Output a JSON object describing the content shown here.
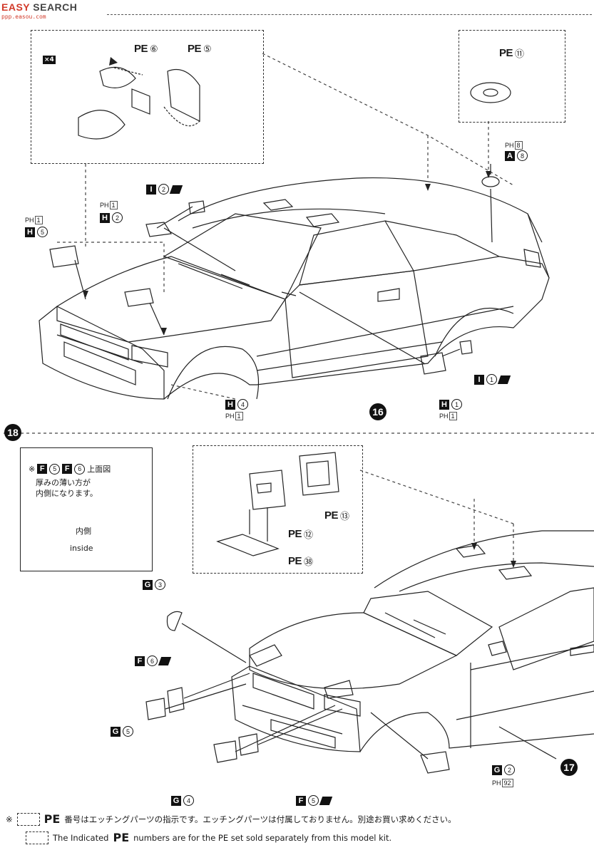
{
  "watermark": {
    "brand": "EASY",
    "brand_rest": "SEARCH",
    "sub": "ppp.easou.com"
  },
  "step17": {
    "number": "17",
    "x4": "×4",
    "pe_a": {
      "prefix": "PE",
      "num": "⑥"
    },
    "pe_b": {
      "prefix": "PE",
      "num": "⑤"
    },
    "pe_c": {
      "prefix": "PE",
      "num": "⑪"
    },
    "a8": {
      "letter": "A",
      "num": "8",
      "ph": "PH",
      "ph_num": "8"
    },
    "i2": {
      "letter": "I",
      "num": "2"
    },
    "h2": {
      "letter": "H",
      "num": "2",
      "ph": "PH",
      "ph_num": "1"
    },
    "h5": {
      "letter": "H",
      "num": "5",
      "ph": "PH",
      "ph_num": "1"
    },
    "h4": {
      "letter": "H",
      "num": "4",
      "ph": "PH",
      "ph_num": "1"
    },
    "i1": {
      "letter": "I",
      "num": "1"
    },
    "h1": {
      "letter": "H",
      "num": "1",
      "ph": "PH",
      "ph_num": "1"
    },
    "step_marker": "16"
  },
  "step18": {
    "number": "18",
    "note": {
      "line1_prefix": "※",
      "f5": {
        "letter": "F",
        "num": "5"
      },
      "f6": {
        "letter": "F",
        "num": "6"
      },
      "line1_suffix": "上面図",
      "line2": "厚みの薄い方が",
      "line3": "内側になります。",
      "inside_jp": "内側",
      "inside_en": "inside"
    },
    "pe_13": {
      "prefix": "PE",
      "num": "⑬"
    },
    "pe_12": {
      "prefix": "PE",
      "num": "⑫"
    },
    "pe_38": {
      "prefix": "PE",
      "num": "㊳"
    },
    "g3": {
      "letter": "G",
      "num": "3"
    },
    "f6": {
      "letter": "F",
      "num": "6"
    },
    "g5": {
      "letter": "G",
      "num": "5"
    },
    "g4": {
      "letter": "G",
      "num": "4"
    },
    "f5": {
      "letter": "F",
      "num": "5"
    },
    "g2": {
      "letter": "G",
      "num": "2",
      "ph": "PH",
      "ph_num": "92"
    },
    "step_marker": "17"
  },
  "footer": {
    "mark": "※",
    "pe": "PE",
    "jp_text": "番号はエッチングパーツの指示です。エッチングパーツは付属しておりません。別途お買い求めください。",
    "en_prefix": "The Indicated",
    "en_text": "numbers are for the PE set sold separately from this model kit."
  }
}
